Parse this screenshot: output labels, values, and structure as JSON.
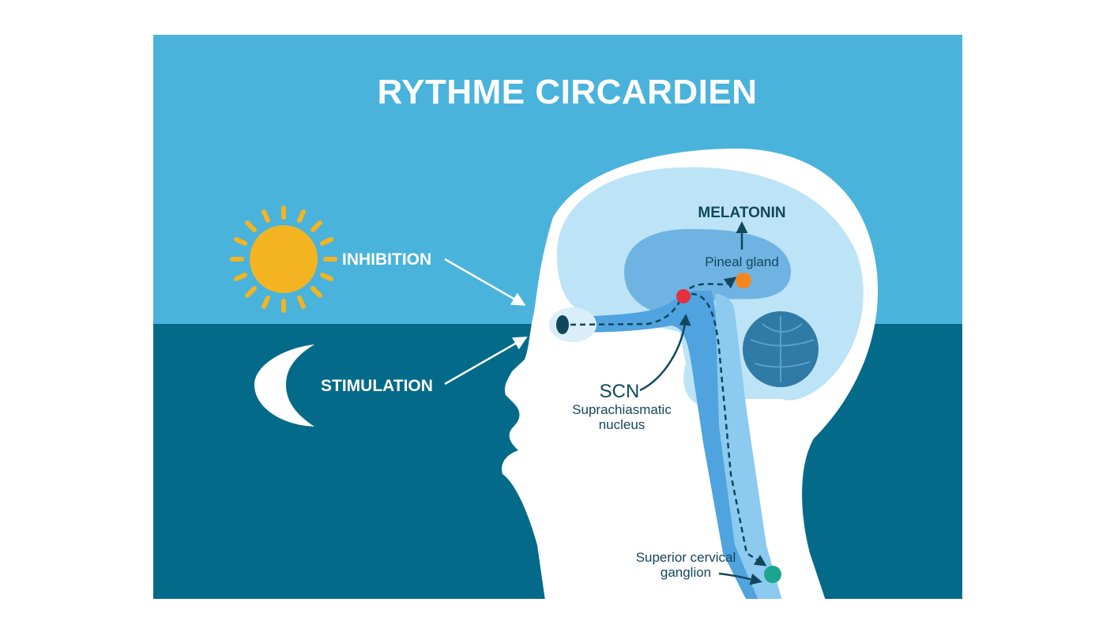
{
  "title": "RYTHME CIRCARDIEN",
  "labels": {
    "inhibition": "INHIBITION",
    "stimulation": "STIMULATION",
    "melatonin": "MELATONIN",
    "pineal_gland": "Pineal gland",
    "scn": "SCN",
    "scn_desc_line1": "Suprachiasmatic",
    "scn_desc_line2": "nucleus",
    "scg_line1": "Superior cervical",
    "scg_line2": "ganglion"
  },
  "colors": {
    "sky": "#4ab3db",
    "night": "#046a89",
    "sun": "#f4b421",
    "moon": "#ffffff",
    "head": "#ffffff",
    "brain_outer": "#bde3f6",
    "brain_inner": "#6fb3e3",
    "pathway": "#4fa3df",
    "scn_dot": "#e4303f",
    "pineal_dot": "#f5861f",
    "ganglion_dot": "#1aa58f",
    "text_dark": "#12475b"
  }
}
